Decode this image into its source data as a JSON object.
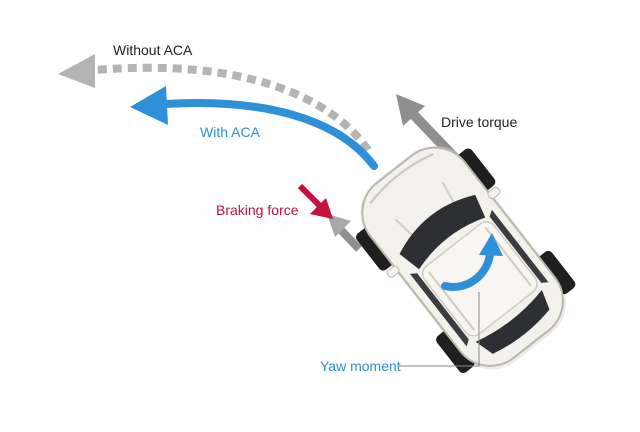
{
  "labels": {
    "without_aca": "Without ACA",
    "with_aca": "With ACA",
    "drive_torque": "Drive torque",
    "braking_force": "Braking force",
    "yaw_moment": "Yaw moment"
  },
  "colors": {
    "with_aca": "#2f8fd8",
    "without_aca": "#b4b4b4",
    "braking": "#c4123c",
    "force_arrow": "#8f8f8f",
    "label_dark": "#222222",
    "car_body": "#f3f1ec",
    "tire": "#1f1f1f"
  }
}
